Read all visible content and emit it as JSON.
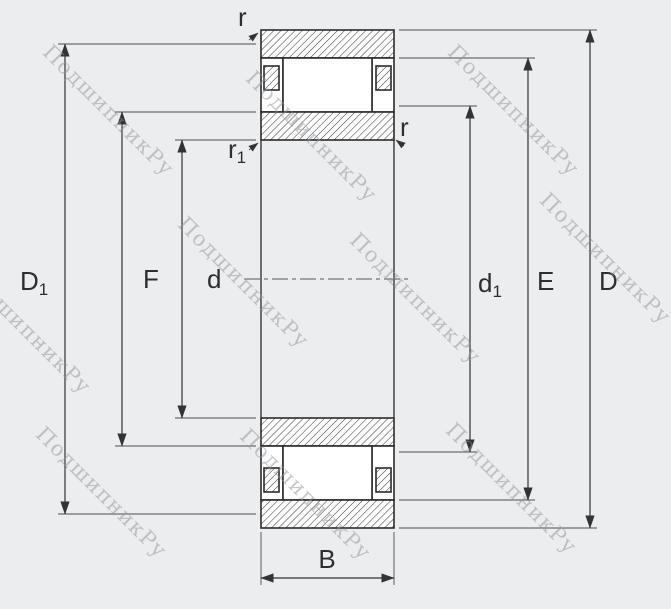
{
  "colors": {
    "background": "#ebedee",
    "line": "#2b2b2b",
    "thin_line": "#4d4d4d",
    "watermark": "#8f959b"
  },
  "watermark": {
    "text": "ПодшипникРу",
    "positions": [
      [
        55,
        40
      ],
      [
        258,
        66
      ],
      [
        460,
        40
      ],
      [
        -28,
        258
      ],
      [
        190,
        212
      ],
      [
        362,
        228
      ],
      [
        552,
        188
      ],
      [
        48,
        422
      ],
      [
        252,
        424
      ],
      [
        458,
        418
      ]
    ]
  },
  "dims": {
    "D1": {
      "base": "D",
      "sub": "1"
    },
    "F": {
      "label": "F"
    },
    "d": {
      "label": "d"
    },
    "d1": {
      "base": "d",
      "sub": "1"
    },
    "E": {
      "label": "E"
    },
    "D": {
      "label": "D"
    },
    "B": {
      "label": "B"
    },
    "r_top": {
      "label": "r"
    },
    "r_right": {
      "label": "r"
    },
    "r1": {
      "base": "r",
      "sub": "1"
    }
  }
}
